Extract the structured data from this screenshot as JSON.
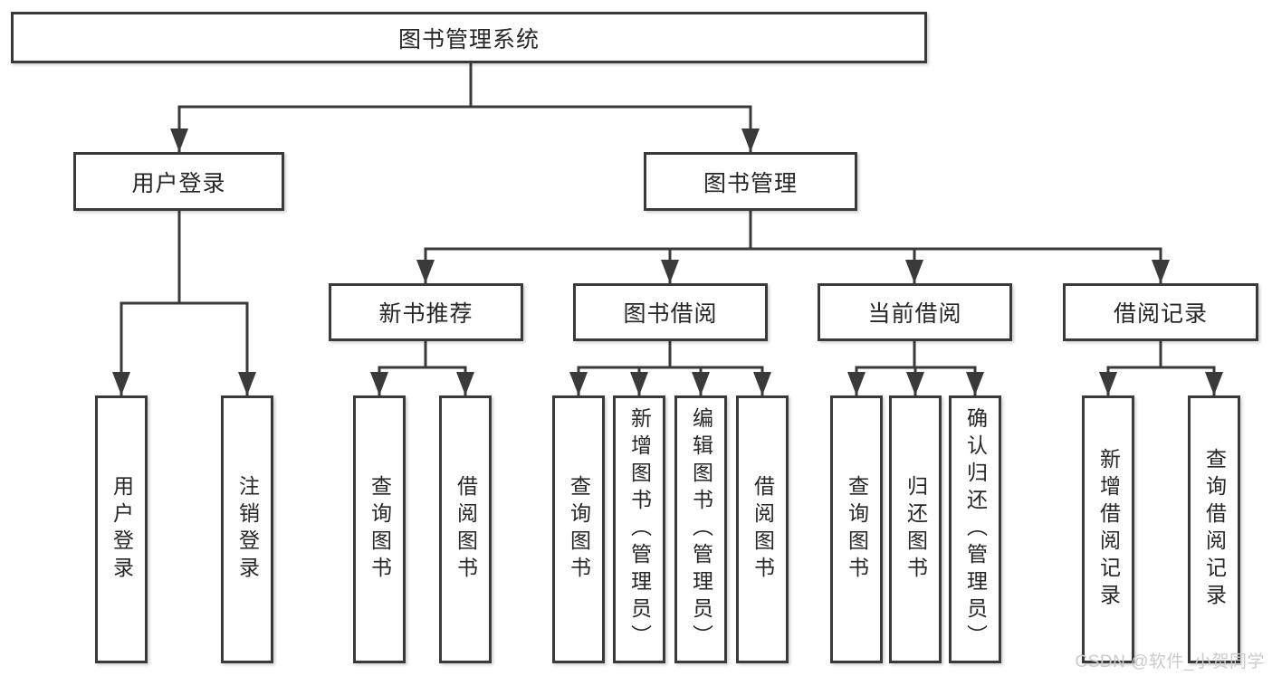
{
  "nodes": {
    "root": "图书管理系统",
    "user_login": "用户登录",
    "book_mgmt": "图书管理",
    "new_book_rec": "新书推荐",
    "book_borrow": "图书借阅",
    "current_borrow": "当前借阅",
    "borrow_record": "借阅记录",
    "ul_user_login": "用户登录",
    "ul_logout": "注销登录",
    "nb_query_book": "查询图书",
    "nb_borrow_book": "借阅图书",
    "bb_query_book": "查询图书",
    "bb_add_book": "新增图书（管理员）",
    "bb_edit_book": "编辑图书（管理员）",
    "bb_borrow_book": "借阅图书",
    "cb_query_book": "查询图书",
    "cb_return_book": "归还图书",
    "cb_confirm_return": "确认归还（管理员）",
    "br_add_record": "新增借阅记录",
    "br_query_record": "查询借阅记录"
  },
  "watermark": "CSDN @软件_小贺同学",
  "colors": {
    "line": "#3a3a3a",
    "text": "#262626",
    "watermark": "#cbcbcb",
    "background": "#ffffff"
  }
}
